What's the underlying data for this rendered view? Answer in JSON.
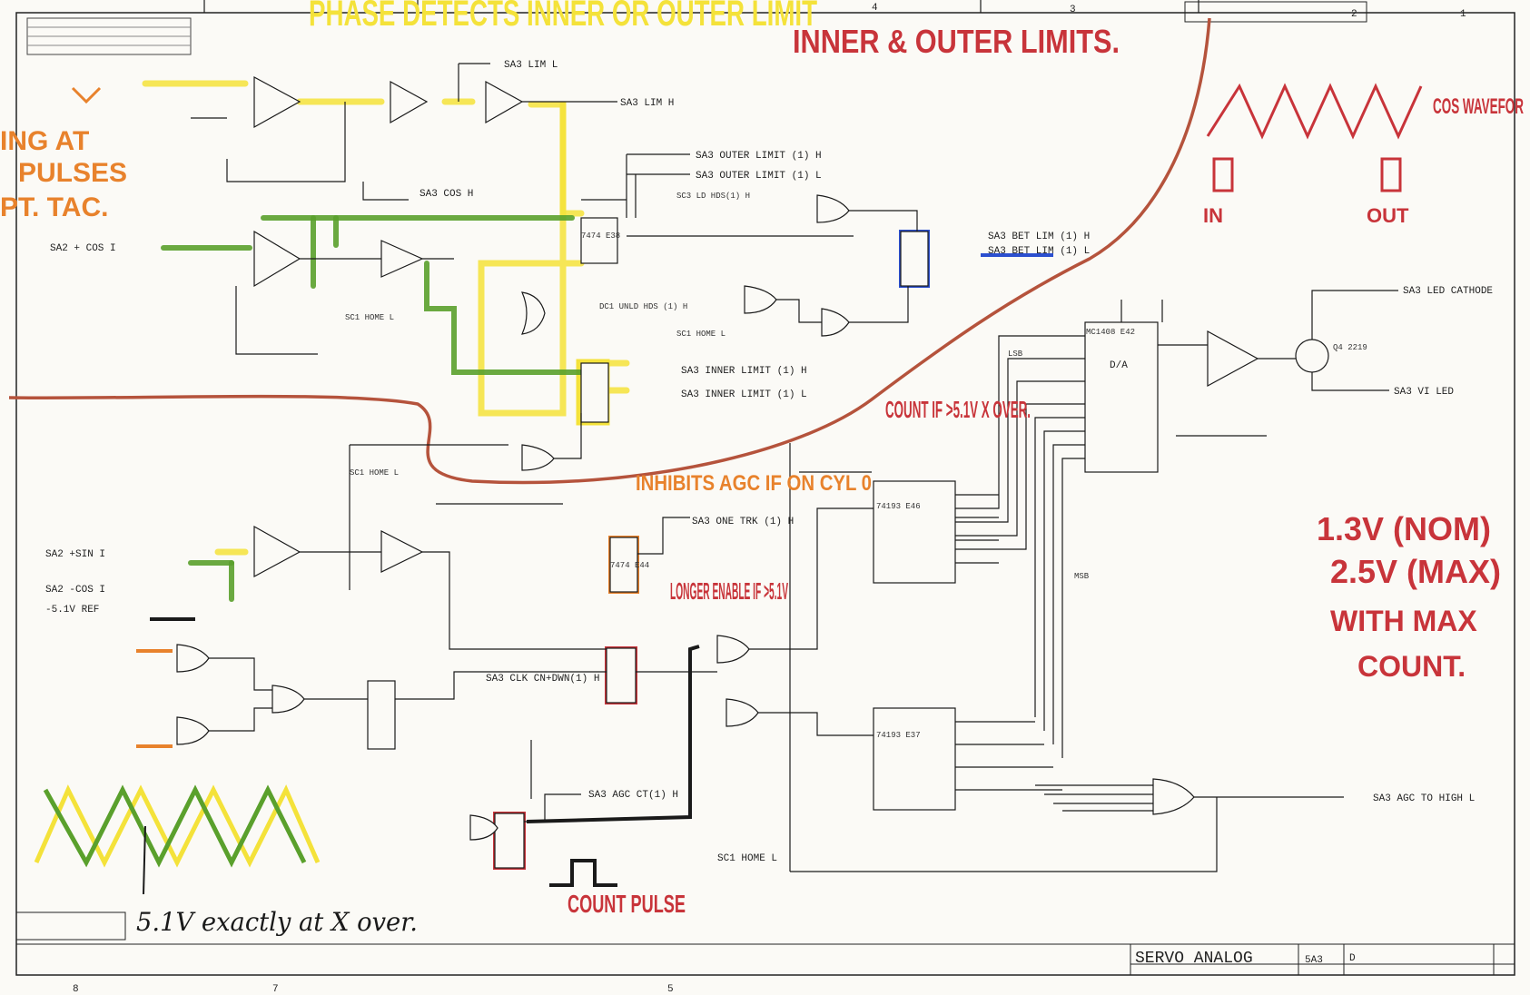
{
  "title_block": {
    "title": "SERVO ANALOG",
    "sheet_id": "5A3",
    "size": "D"
  },
  "zone_numbers": {
    "top": [
      "4",
      "3",
      "2",
      "1"
    ],
    "bottom": [
      "8",
      "7",
      "5"
    ]
  },
  "annotations": {
    "phase": "PHASE DETECTS INNER OR OUTER LIMIT",
    "inner_outer": "INNER & OUTER LIMITS.",
    "cos_waveform": "COS WAVEFOR",
    "in": "IN",
    "out": "OUT",
    "ing_at": "ING AT",
    "pulses": "PULSES",
    "tac": "PT. TAC.",
    "count": "COUNT IF >5.1V X OVER.",
    "inhibits": "INHIBITS AGC IF ON CYL 0",
    "longer": "LONGER ENABLE IF >5.1V",
    "voltage": [
      "1.3V (NOM)",
      "2.5V (MAX)",
      "WITH MAX",
      "COUNT."
    ],
    "count_pulse": "COUNT PULSE",
    "xover": "5.1V exactly at X over."
  },
  "signals": {
    "sa3_lim_l": "SA3 LIM L",
    "sa3_lim_h": "SA3 LIM H",
    "sa3_outer_h": "SA3 OUTER LIMIT (1) H",
    "sa3_outer_l": "SA3 OUTER LIMIT (1) L",
    "sa3_cos_h": "SA3 COS H",
    "sa3_bet_h": "SA3 BET LIM (1) H",
    "sa3_bet_l": "SA3 BET LIM (1) L",
    "sa2_cos": "SA2 + COS I",
    "sa3_inner_h": "SA3 INNER LIMIT (1) H",
    "sa3_inner_l": "SA3 INNER LIMIT (1) L",
    "sa3_led": "SA3 LED CATHODE",
    "sa3_vi_led": "SA3 VI LED",
    "sa3_one_trk": "SA3 ONE TRK (1) H",
    "sa3_clk": "SA3 CLK CN+DWN(1) H",
    "sa3_agc_ct": "SA3 AGC CT(1) H",
    "sa3_agc_high": "SA3 AGC TO HIGH L",
    "sa2_sin": "SA2 +SIN I",
    "sa2_cos_neg": "SA2 -COS I",
    "ref": "-5.1V REF",
    "sc1_home": "SC1 HOME L",
    "dc1_unld": "DC1 UNLD HDS (1) H",
    "sc3_ld": "SC3 LD HDS(1) H"
  },
  "components": {
    "e38": "7474 E38",
    "e44": "7474 E44",
    "e42": "MC1408 E42",
    "e46": "74193 E46",
    "e37": "74193 E37",
    "da": "D/A",
    "q4": "Q4 2219",
    "msb": "MSB",
    "lsb": "LSB"
  },
  "colors": {
    "yellow": "#f4e23a",
    "green": "#5aa02c",
    "blue": "#2b4fcf",
    "red": "#c8343a",
    "orange": "#e8822c",
    "brown": "#b5533c",
    "black": "#1a1a1a"
  }
}
